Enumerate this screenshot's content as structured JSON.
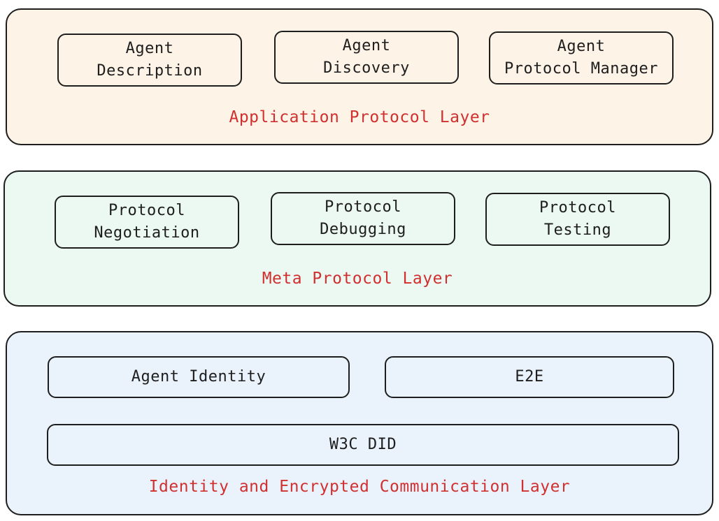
{
  "colors": {
    "application_fill": "#fdf3e7",
    "meta_fill": "#ebf9f2",
    "identity_fill": "#eaf3fc",
    "layer_label": "#d03030",
    "stroke": "#1e1e1e"
  },
  "application_layer": {
    "label": "Application Protocol Layer",
    "boxes": [
      "Agent\nDescription",
      "Agent\nDiscovery",
      "Agent\nProtocol Manager"
    ]
  },
  "meta_layer": {
    "label": "Meta Protocol Layer",
    "boxes": [
      "Protocol\nNegotiation",
      "Protocol\nDebugging",
      "Protocol\nTesting"
    ]
  },
  "identity_layer": {
    "label": "Identity and Encrypted Communication Layer",
    "boxes": [
      "Agent Identity",
      "E2E",
      "W3C DID"
    ]
  }
}
